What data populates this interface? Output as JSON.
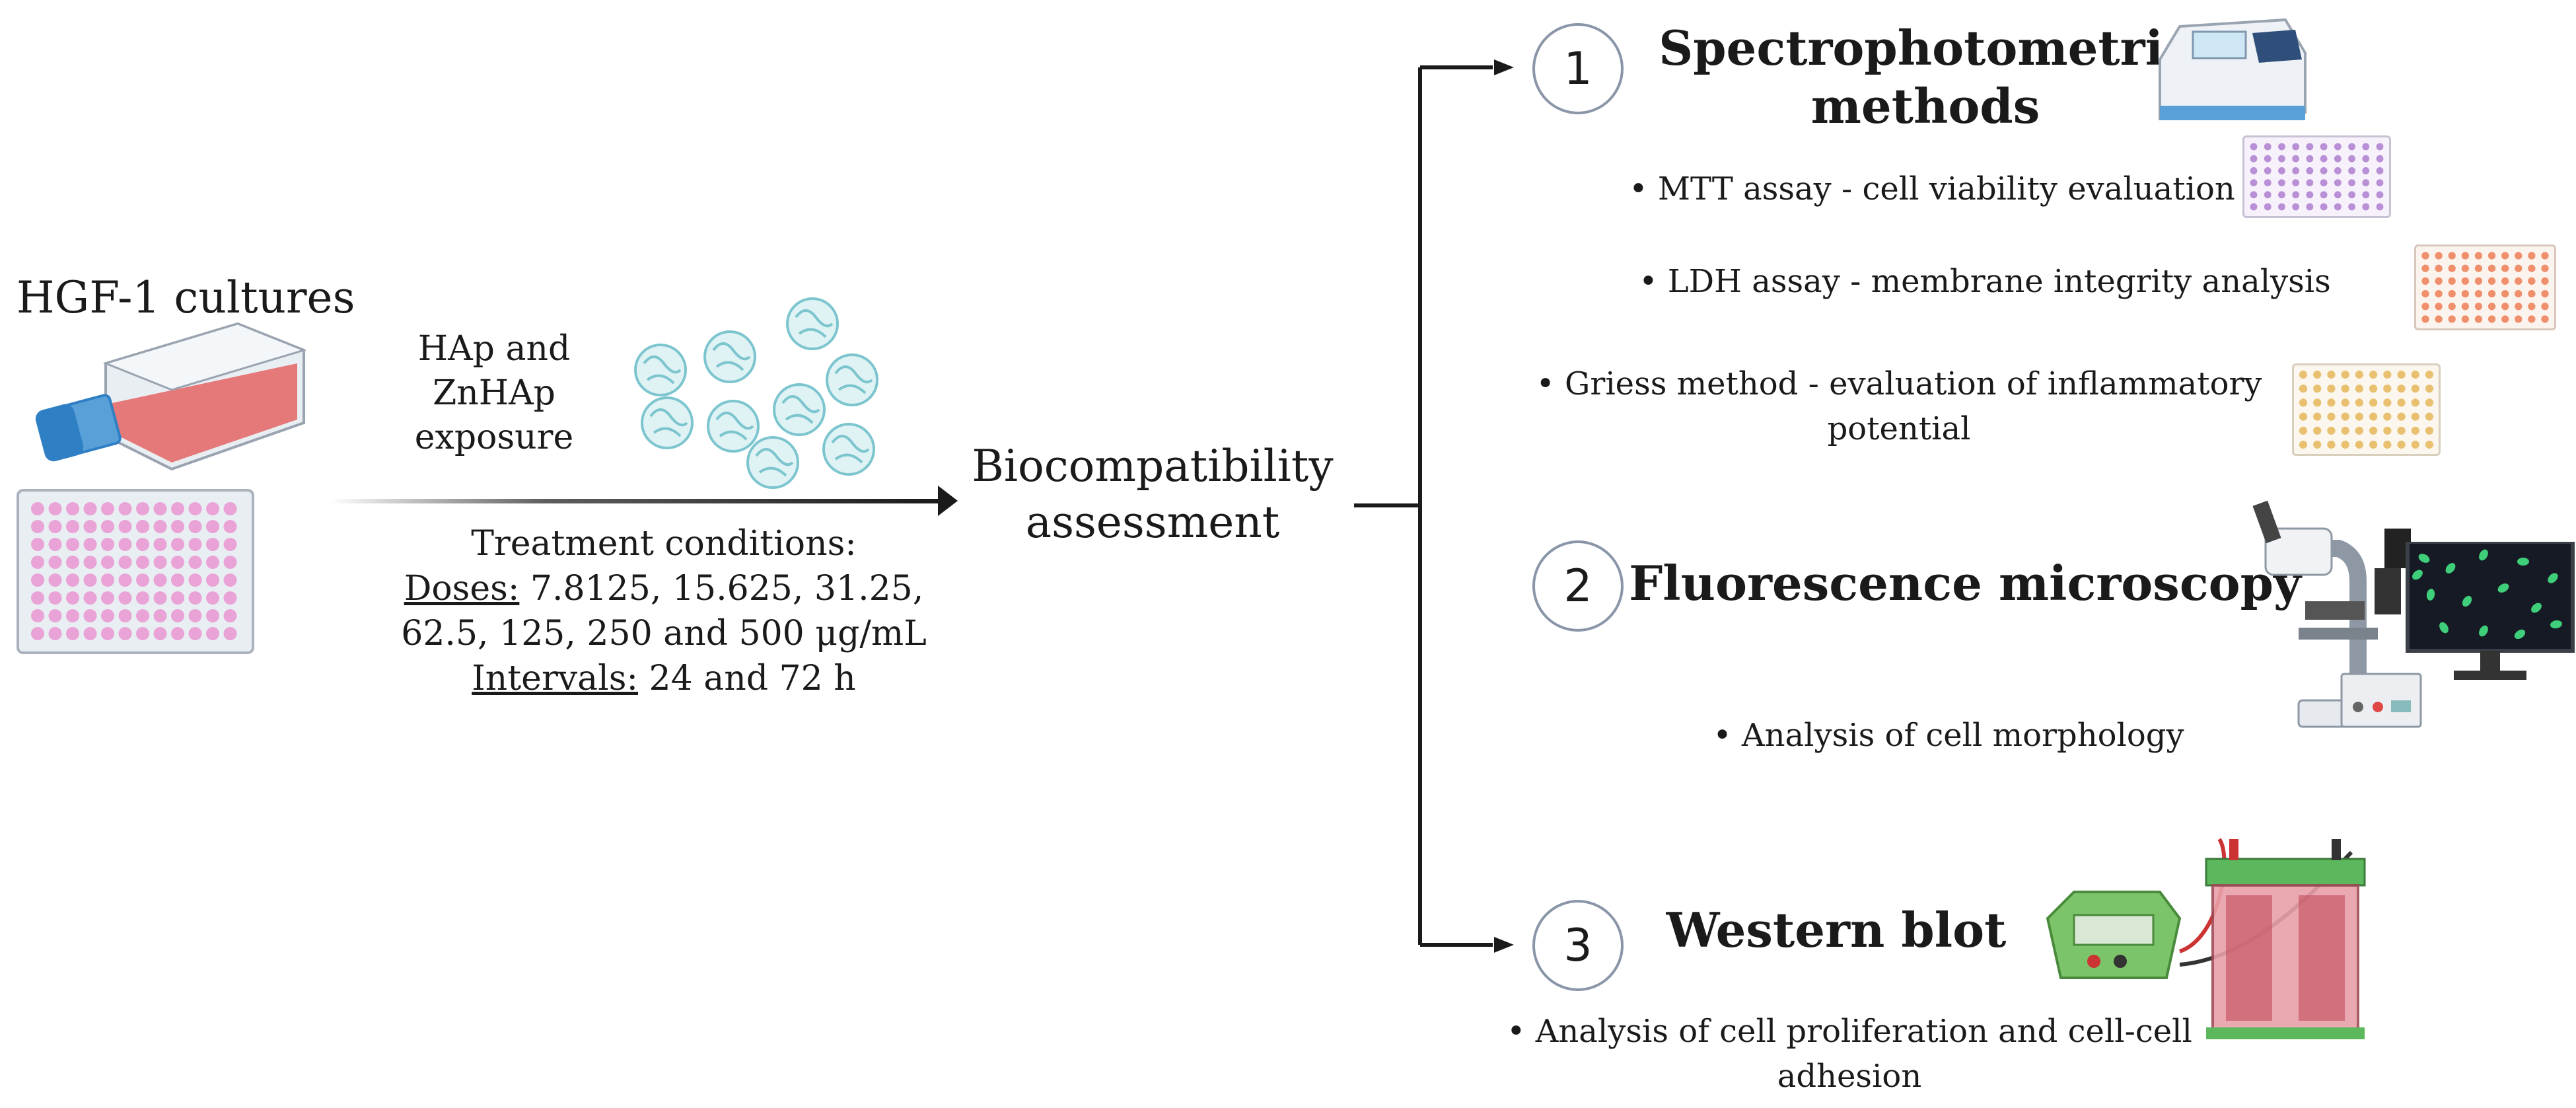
{
  "left": {
    "cultures_label": "HGF-1 cultures",
    "exposure_label_line1": "HAp and",
    "exposure_label_line2": "ZnHAp",
    "exposure_label_line3": "exposure",
    "treatment_title": "Treatment conditions:",
    "doses_key": "Doses:",
    "doses_value_line1": " 7.8125, 15.625, 31.25,",
    "doses_value_line2": "62.5, 125, 250 and 500 μg/mL",
    "intervals_key": "Intervals:",
    "intervals_value": " 24 and 72 h"
  },
  "center": {
    "assessment_line1": "Biocompatibility",
    "assessment_line2": "assessment"
  },
  "methods": [
    {
      "number": "1",
      "title_line1": "Spectrophotometric",
      "title_line2": "methods",
      "bullets": [
        "• MTT assay - cell viability evaluation",
        "• LDH assay - membrane integrity analysis",
        "• Griess method - evaluation of inflammatory",
        "potential"
      ]
    },
    {
      "number": "2",
      "title_line1": "Fluorescence microscopy",
      "bullets": [
        "• Analysis of cell morphology"
      ]
    },
    {
      "number": "3",
      "title_line1": "Western blot",
      "bullets": [
        "• Analysis of cell proliferation and cell-cell",
        "adhesion"
      ]
    }
  ],
  "icons": {
    "flask": "culture-flask-icon",
    "plate": "well-plate-icon",
    "nanoparticles": "nanoparticle-icon",
    "spectrophotometer": "spectrophotometer-icon",
    "microscope": "microscope-icon",
    "monitor": "fluorescence-monitor-icon",
    "western": "western-blot-apparatus-icon"
  },
  "colors": {
    "line": "#1a1a1a",
    "circle_border": "#8a95a8",
    "flask_medium": "#e46a6a",
    "flask_cap": "#2f7fc4",
    "plate_well": "#e9a3d6",
    "particle": "#7cc5cf",
    "mtt_well": "#b98fd6",
    "ldh_well": "#ef8f6b",
    "griess_well": "#e8c06f",
    "cell_green": "#3fcf7a"
  }
}
